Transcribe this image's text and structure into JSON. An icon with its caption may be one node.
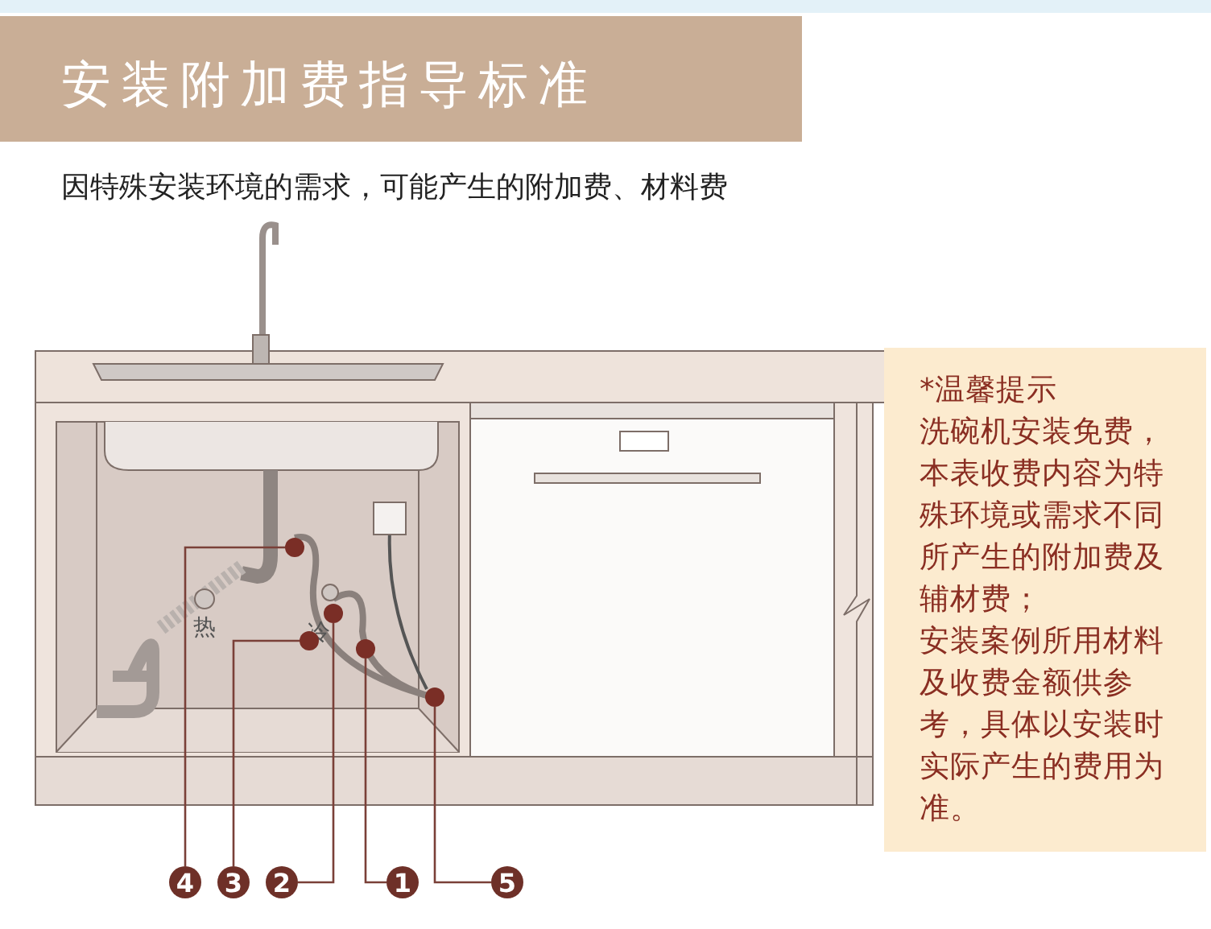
{
  "diagram": {
    "title": "安装附加费指导标准",
    "nodes": [
      {
        "text": [
          "4"
        ]
      },
      {
        "text": [
          "3"
        ]
      },
      {
        "text": [
          "2"
        ]
      },
      {
        "text": [
          "1"
        ]
      },
      {
        "text": [
          "5"
        ]
      },
      {
        "text": [],
        "shape": "circle"
      },
      {
        "text": [],
        "shape": "circle"
      },
      {
        "text": [],
        "shape": "circle"
      },
      {
        "text": [],
        "shape": "circle"
      },
      {
        "text": [],
        "shape": "circle"
      },
      {
        "text": [
          "*温馨提示",
          "洗碗机安装免费，本表收费内容为特殊环境或需求不同所产生的附加费及辅材费；",
          "安装案例所用材料及收费金额供参考，具体以安装时实际产生的费用为准。"
        ]
      }
    ],
    "edges": [
      {
        "from": 0,
        "to": 5,
        "arrow": "none"
      },
      {
        "from": 1,
        "to": 6,
        "arrow": "none"
      },
      {
        "from": 2,
        "to": 7,
        "arrow": "none"
      },
      {
        "from": 3,
        "to": 8,
        "arrow": "none"
      },
      {
        "from": 4,
        "to": 9,
        "arrow": "none"
      }
    ],
    "labels": [
      "因特殊安装环境的需求，可能产生的附加费、材料费",
      "热",
      "冷"
    ]
  }
}
